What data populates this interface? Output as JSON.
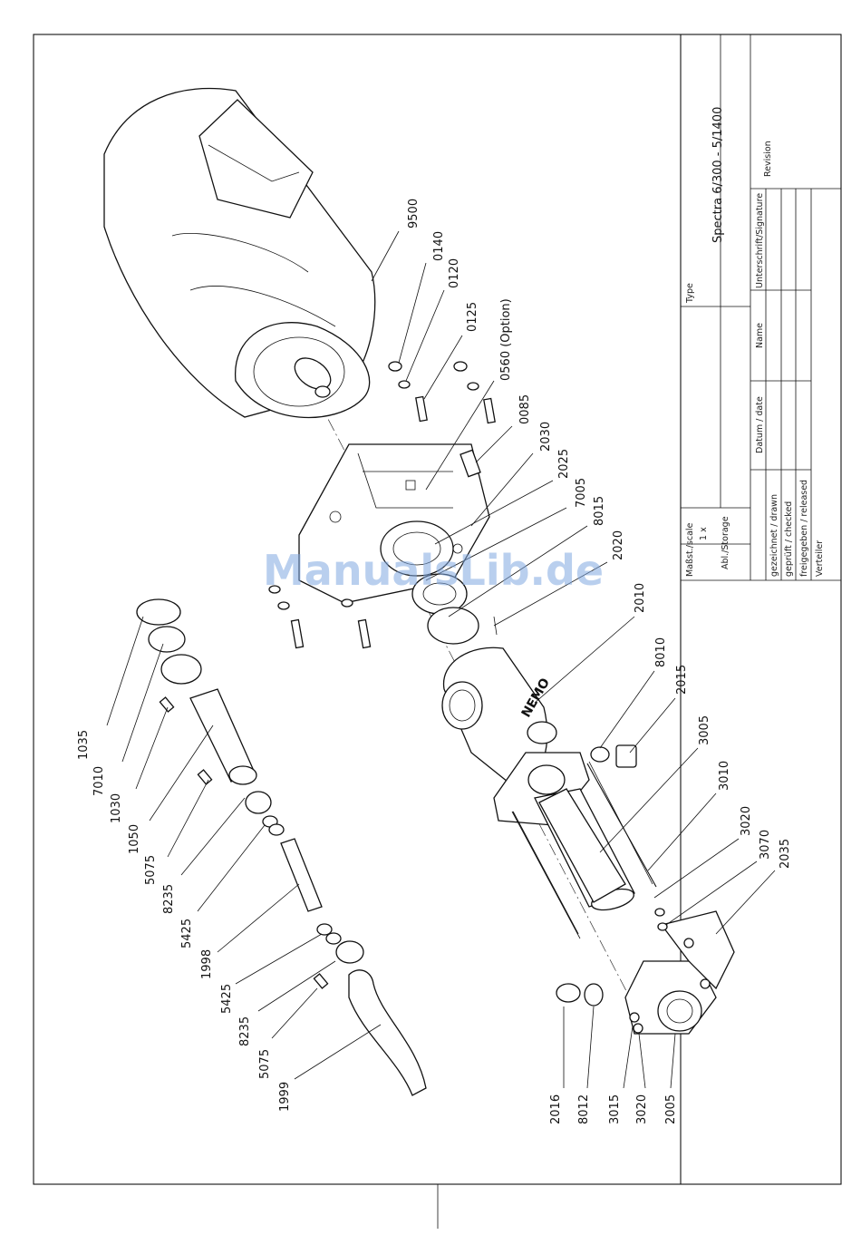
{
  "title_block": {
    "scale_label": "Maßst./scale",
    "scale_value": "1 x",
    "storage_label": "Abl./Storage",
    "type_label": "Type",
    "type_value": "Spectra 6/300 - 5/1400",
    "revision_label": "Revision",
    "signature_label": "Unterschrift/Signature",
    "name_label": "Name",
    "date_label": "Datum / date",
    "drawn_label": "gezeichnet / drawn",
    "checked_label": "geprüft / checked",
    "released_label": "freigegeben / released",
    "distributor_label": "Verteiler"
  },
  "watermark": "ManualsLib.de",
  "parts": {
    "p9500": "9500",
    "p0140": "0140",
    "p0120": "0120",
    "p0125": "0125",
    "p0560": "0560 (Option)",
    "p0085": "0085",
    "p2030": "2030",
    "p2025": "2025",
    "p7005": "7005",
    "p8015": "8015",
    "p2020": "2020",
    "p2010": "2010",
    "p8010": "8010",
    "p2015": "2015",
    "p3005": "3005",
    "p3010": "3010",
    "p3020a": "3020",
    "p3070": "3070",
    "p2035": "2035",
    "p1035": "1035",
    "p7010": "7010",
    "p1030": "1030",
    "p1050": "1050",
    "p5075a": "5075",
    "p8235a": "8235",
    "p5425a": "5425",
    "p1998": "1998",
    "p5425b": "5425",
    "p8235b": "8235",
    "p5075b": "5075",
    "p1999": "1999",
    "p2016": "2016",
    "p8012": "8012",
    "p3015": "3015",
    "p3020b": "3020",
    "p2005": "2005"
  }
}
